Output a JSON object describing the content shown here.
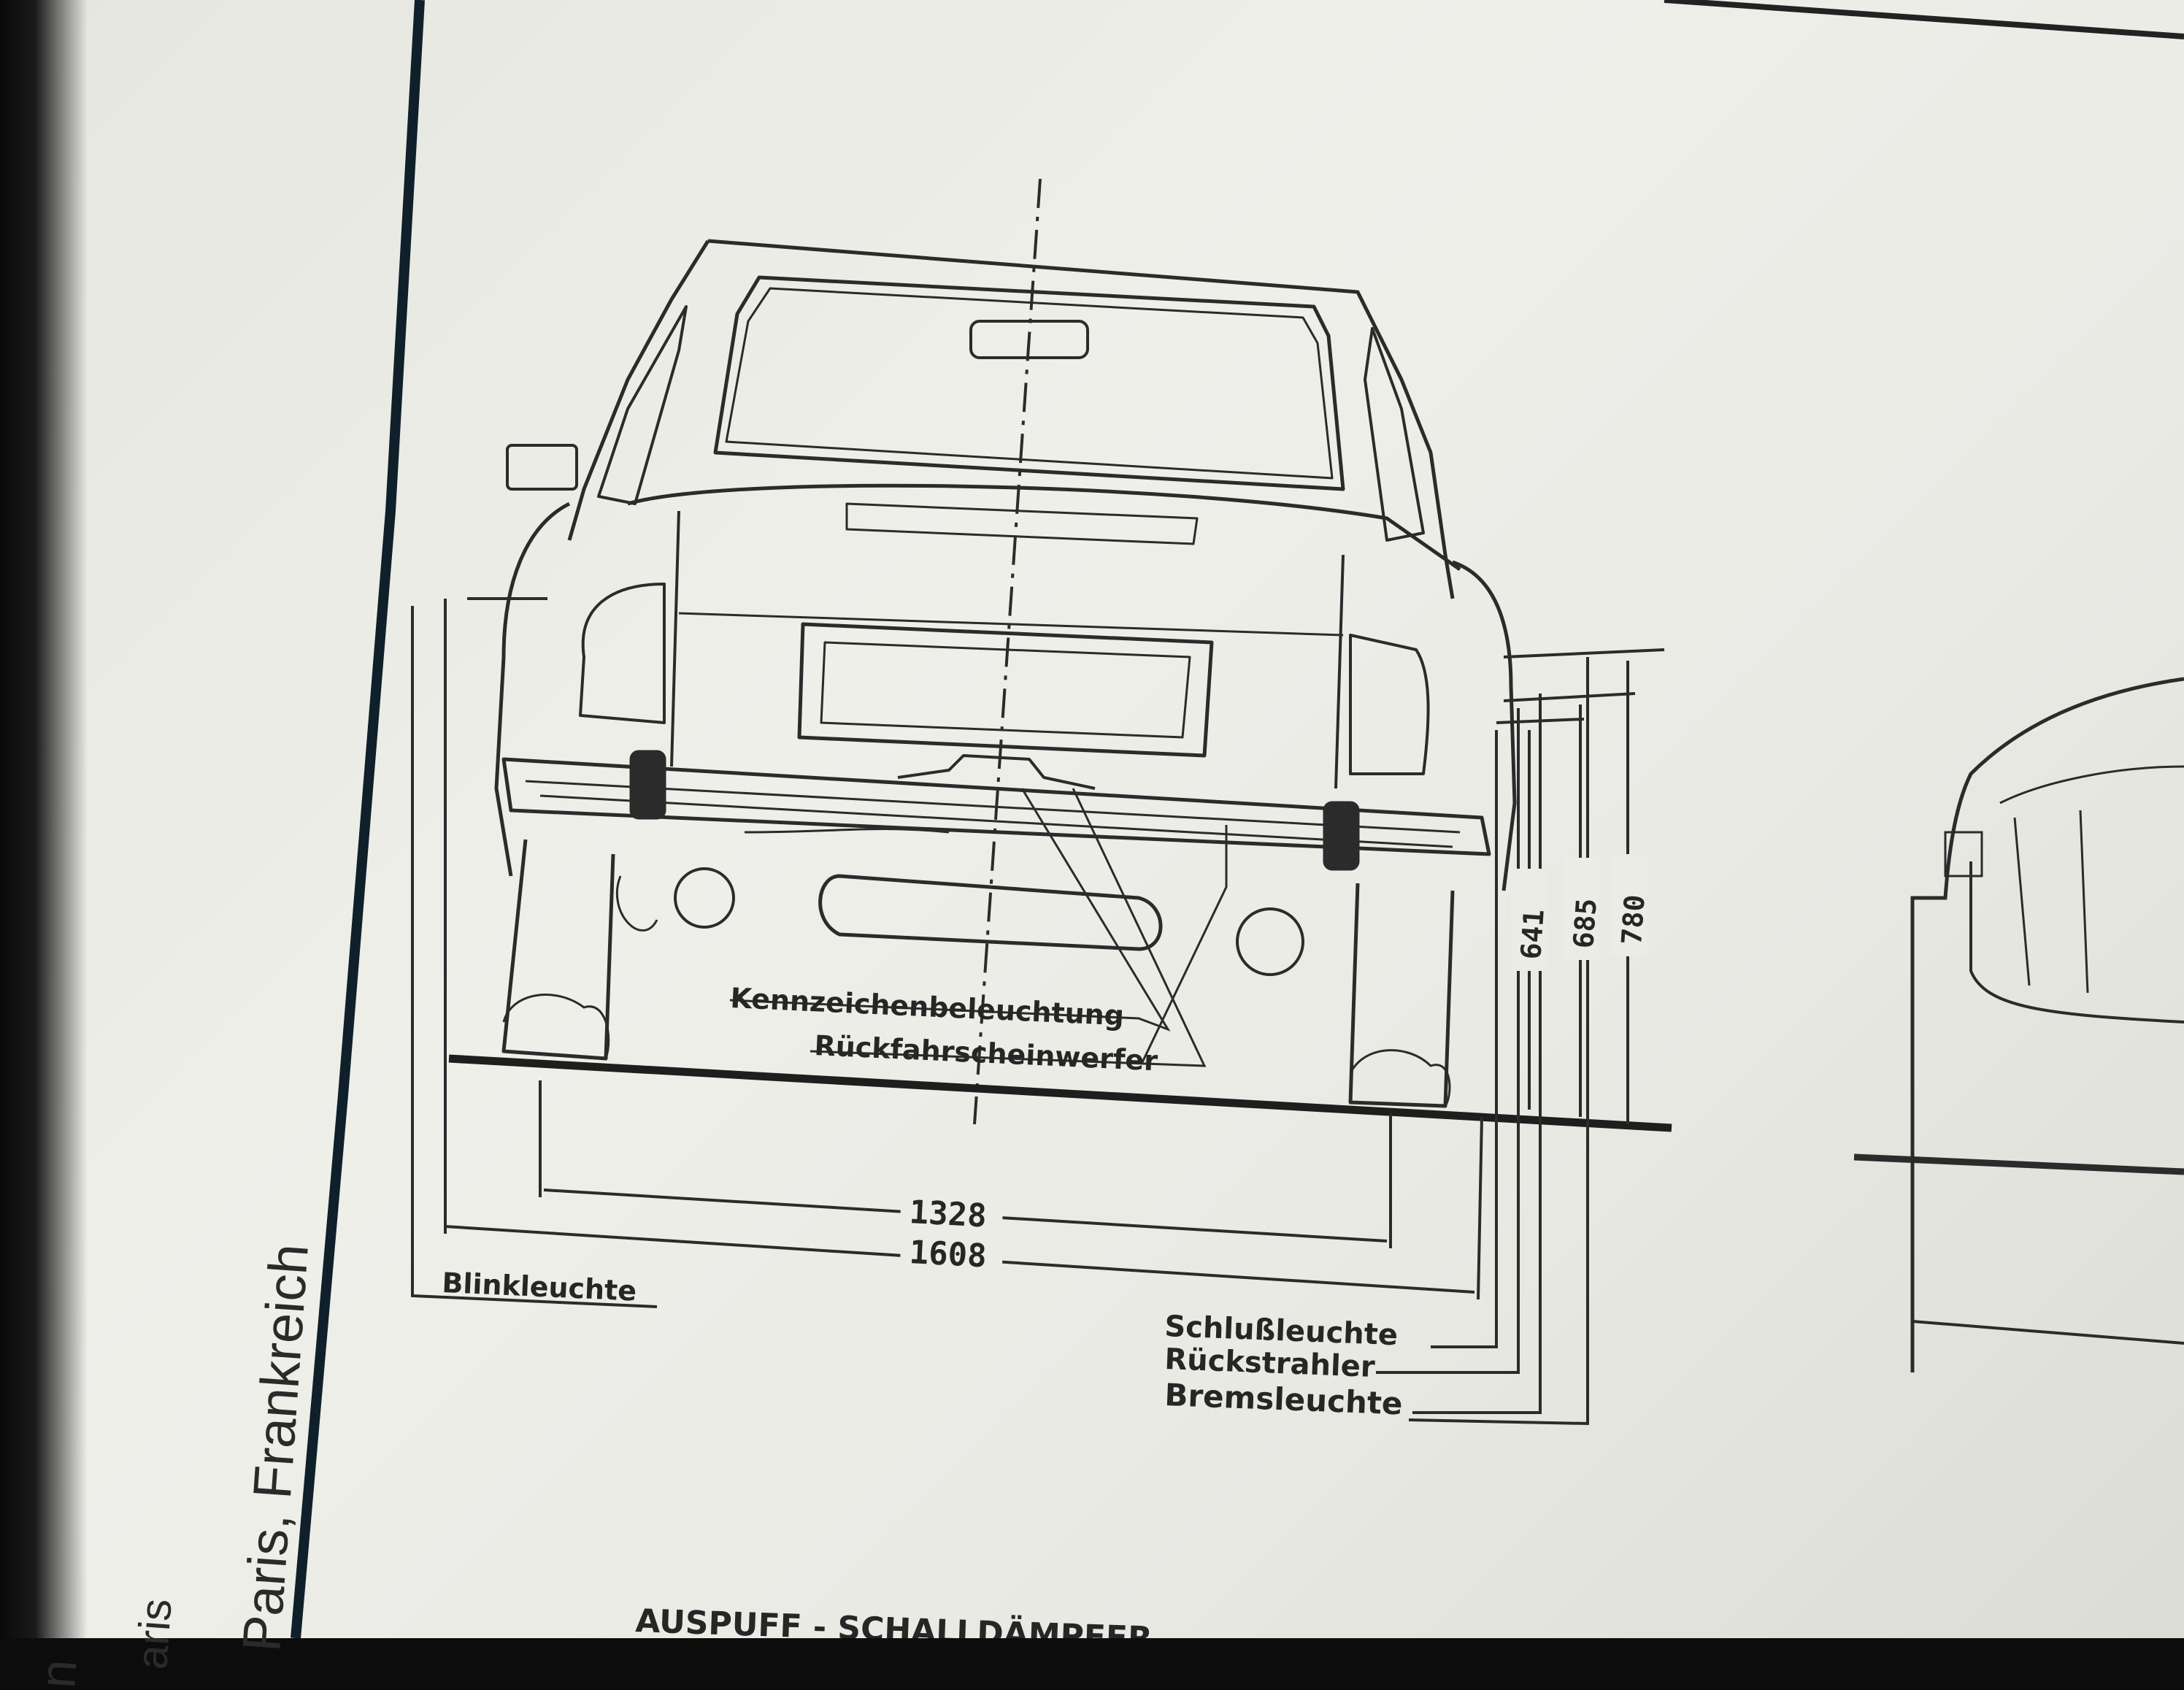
{
  "margin_text": {
    "line1": "Paris, Frankreich",
    "line2": "aris",
    "line3": "n"
  },
  "labels": {
    "kennzeichen": "Kennzeichenbeleuchtung",
    "rueckfahr": "Rückfahrscheinwerfer",
    "blink": "Blinkleuchte",
    "schluss": "Schlußleuchte",
    "rueckstrahler": "Rückstrahler",
    "brems": "Bremsleuchte",
    "bottom_heading": "AUSPUFF - SCHALLDÄMPFER"
  },
  "dimensions": {
    "track": "1328",
    "overall_width": "1608",
    "h1": "641",
    "h2": "685",
    "h3": "780"
  },
  "colors": {
    "paper": "#ecece7",
    "ink": "#262626",
    "border": "#10202a"
  }
}
